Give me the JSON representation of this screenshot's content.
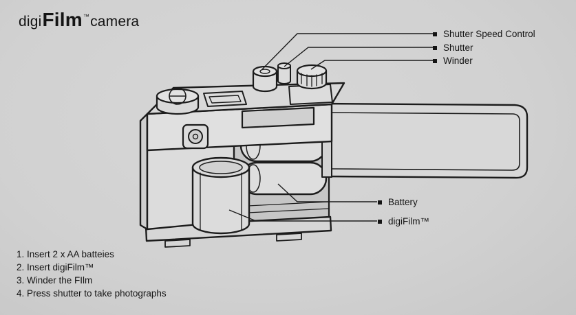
{
  "colors": {
    "background": "#d2d2d2",
    "ink": "#1c1c1c"
  },
  "logo": {
    "digi": "digi",
    "film": "Film",
    "tm": "™",
    "camera": "camera"
  },
  "callouts": [
    {
      "label": "Shutter Speed Control"
    },
    {
      "label": "Shutter"
    },
    {
      "label": "Winder"
    },
    {
      "label": "Battery"
    },
    {
      "label": "digiFilm™"
    }
  ],
  "instructions": [
    "1. Insert 2 x AA batteies",
    "2. Insert digiFilm™",
    "3. Winder the FIlm",
    "4. Press shutter to take photographs"
  ]
}
